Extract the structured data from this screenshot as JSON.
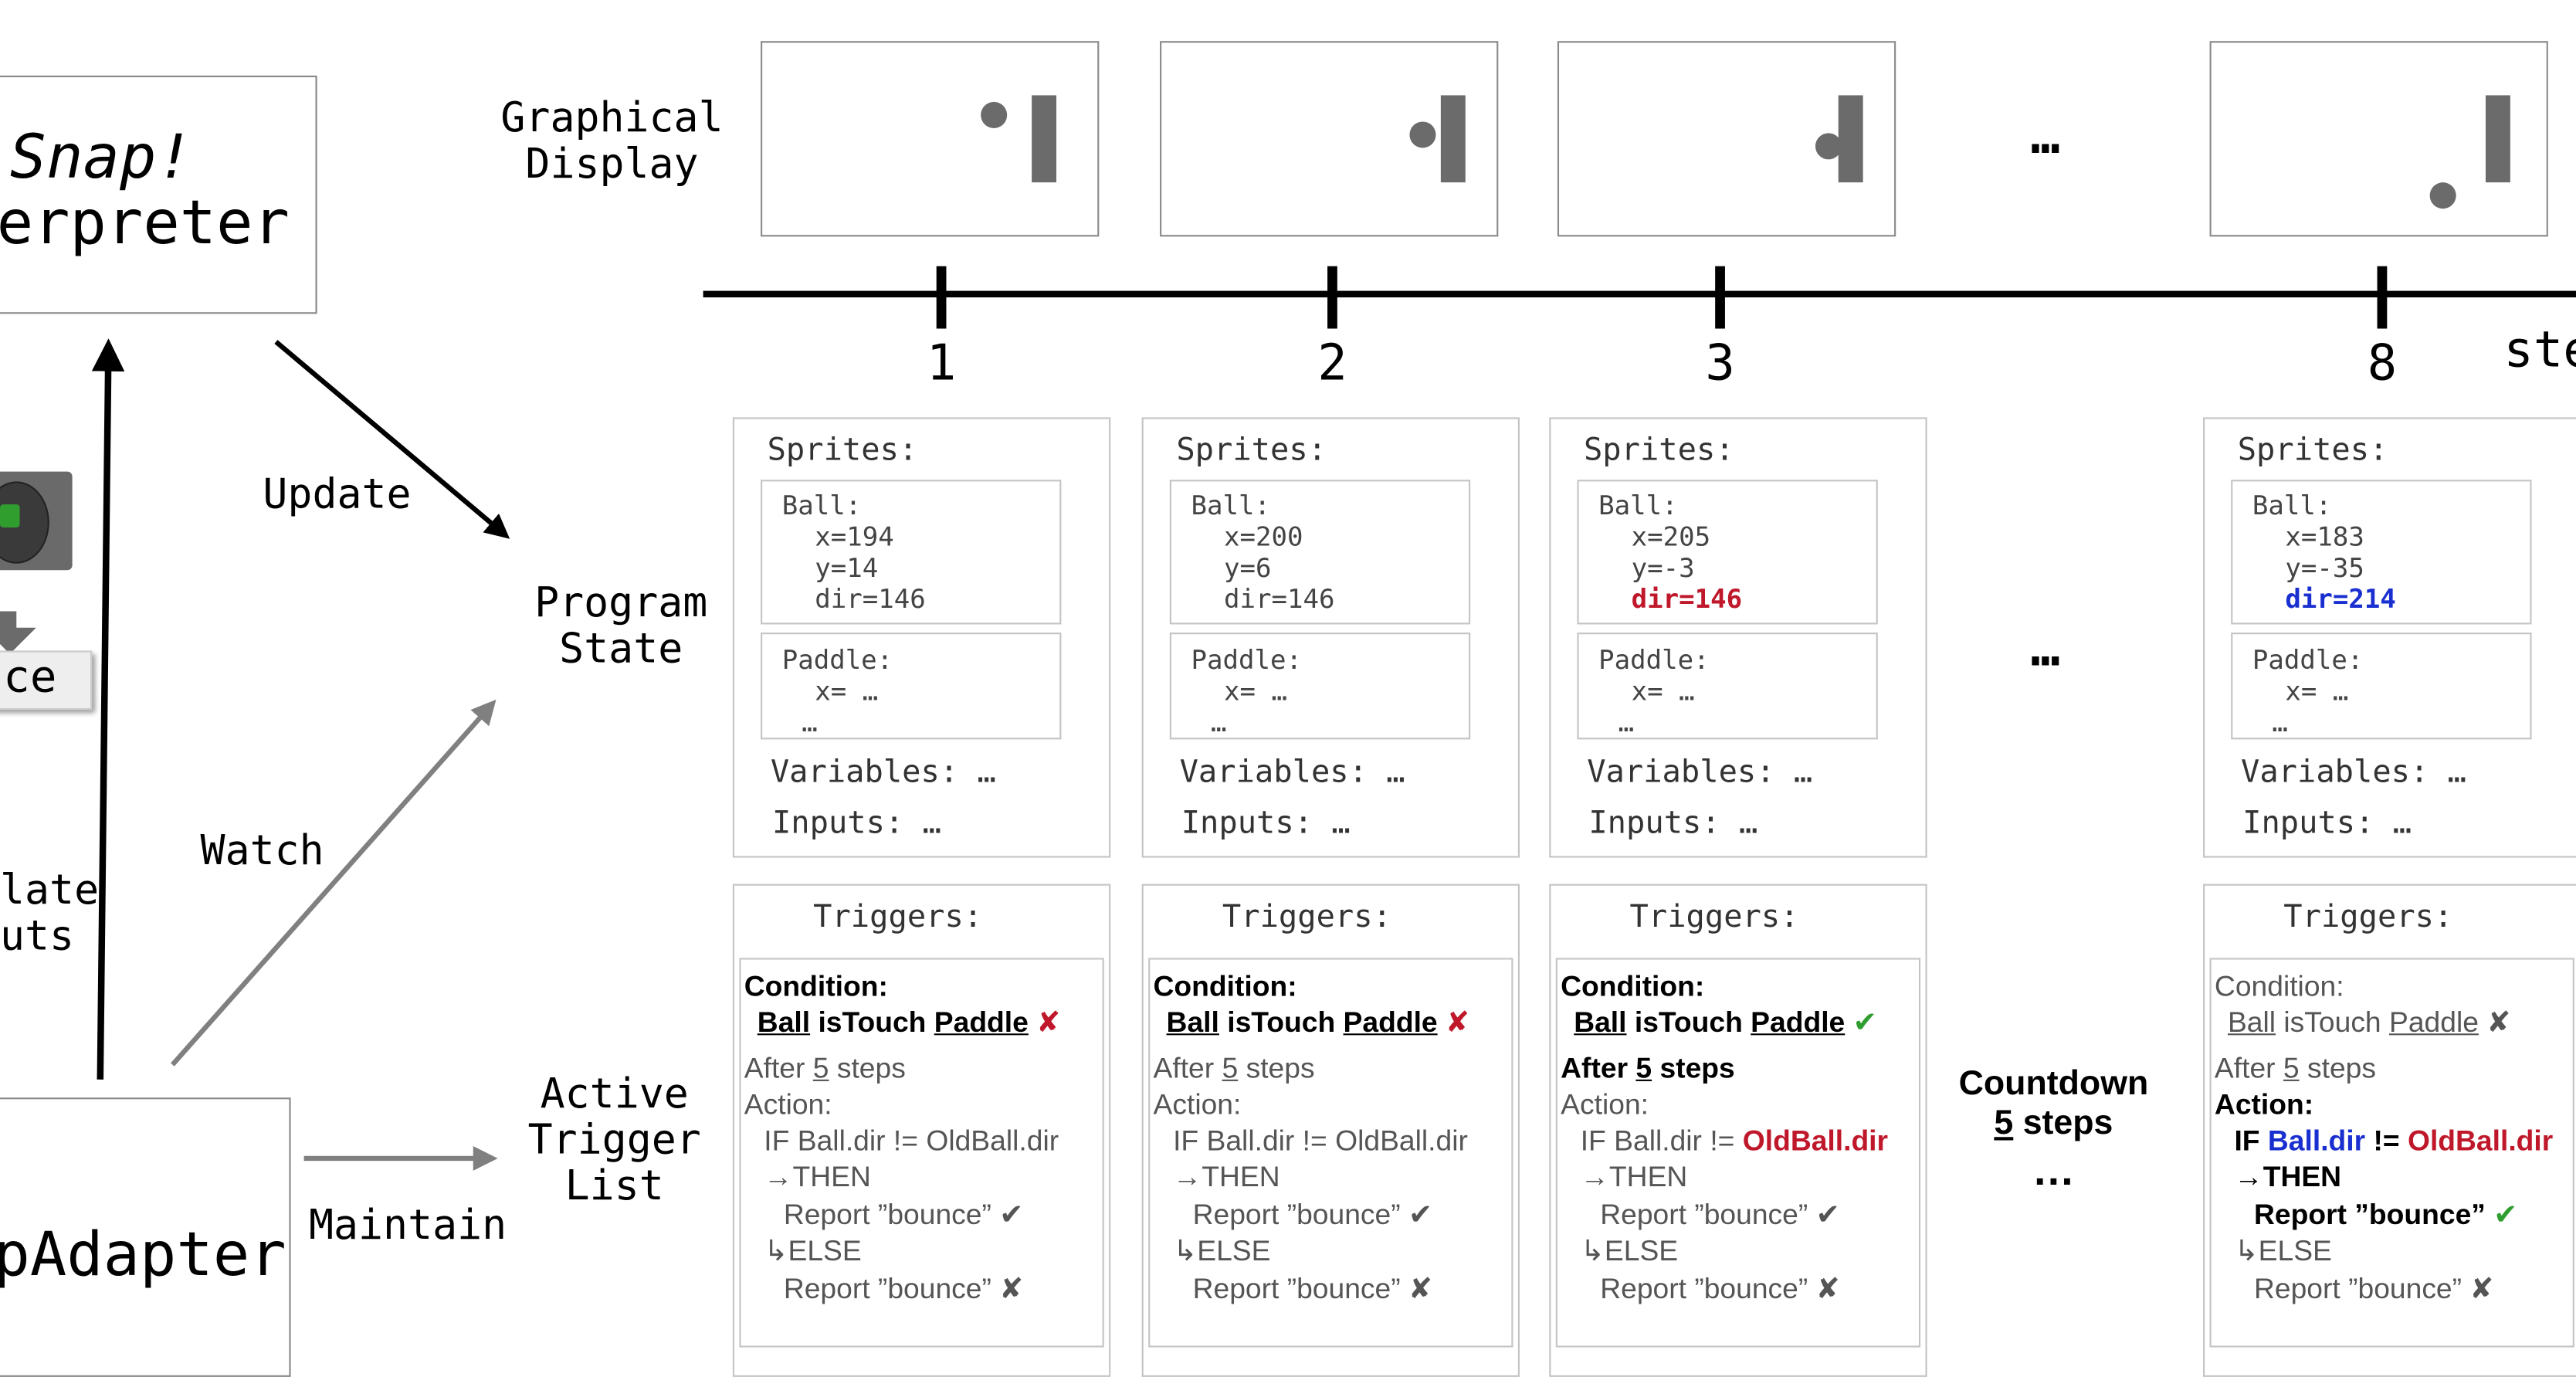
{
  "left": {
    "interpreter_line1": "Snap!",
    "interpreter_line2": "erpreter",
    "adapter_label": "pAdapter",
    "partial_label": "ce",
    "simulate_line1": "late",
    "simulate_line2": "uts"
  },
  "edge_labels": {
    "update": "Update",
    "watch": "Watch",
    "maintain": "Maintain"
  },
  "row_labels": {
    "graphical_display": [
      "Graphical",
      "Display"
    ],
    "program_state": [
      "Program",
      "State"
    ],
    "active_trigger_list": [
      "Active",
      "Trigger",
      "List"
    ]
  },
  "timeline": {
    "axis_label": "ste",
    "ellipsis": "…"
  },
  "countdown": {
    "line1": "Countdown",
    "num": "5",
    "line2": " steps",
    "ellipsis": "…"
  },
  "state_ellipsis": "…",
  "steps": [
    {
      "step": "1",
      "sprites_label": "Sprites:",
      "ball": {
        "name": "Ball:",
        "x": "x=194",
        "y": "y=14",
        "dir": "dir=146",
        "dir_color": "plain"
      },
      "paddle": {
        "name": "Paddle:",
        "x": "x= …",
        "more": "…"
      },
      "variables": "Variables: …",
      "inputs": "Inputs: …",
      "triggers": {
        "title": "Triggers:",
        "condition_label": "Condition:",
        "cond_a": "Ball",
        "cond_op": " isTouch ",
        "cond_b": "Paddle",
        "cond_mark": "✘",
        "after_pre": "After ",
        "after_num": "5",
        "after_post": " steps",
        "action_label": "Action:",
        "if_pre": "IF  ",
        "if_a": "Ball.dir",
        "if_op": " != ",
        "if_b": "OldBall.dir",
        "then": "→THEN",
        "report_then": "Report  ”bounce” ",
        "then_mark": "✔",
        "else": "↳ELSE",
        "report_else": "Report  ”bounce” ",
        "else_mark": "✘"
      }
    },
    {
      "step": "2",
      "sprites_label": "Sprites:",
      "ball": {
        "name": "Ball:",
        "x": "x=200",
        "y": "y=6",
        "dir": "dir=146",
        "dir_color": "plain"
      },
      "paddle": {
        "name": "Paddle:",
        "x": "x= …",
        "more": "…"
      },
      "variables": "Variables: …",
      "inputs": "Inputs: …",
      "triggers": {
        "title": "Triggers:",
        "condition_label": "Condition:",
        "cond_a": "Ball",
        "cond_op": " isTouch ",
        "cond_b": "Paddle",
        "cond_mark": "✘",
        "after_pre": "After ",
        "after_num": "5",
        "after_post": " steps",
        "action_label": "Action:",
        "if_pre": "IF  ",
        "if_a": "Ball.dir",
        "if_op": " != ",
        "if_b": "OldBall.dir",
        "then": "→THEN",
        "report_then": "Report  ”bounce” ",
        "then_mark": "✔",
        "else": "↳ELSE",
        "report_else": "Report  ”bounce” ",
        "else_mark": "✘"
      }
    },
    {
      "step": "3",
      "sprites_label": "Sprites:",
      "ball": {
        "name": "Ball:",
        "x": "x=205",
        "y": "y=-3",
        "dir": "dir=146",
        "dir_color": "red"
      },
      "paddle": {
        "name": "Paddle:",
        "x": "x= …",
        "more": "…"
      },
      "variables": "Variables: …",
      "inputs": "Inputs: …",
      "triggers": {
        "title": "Triggers:",
        "condition_label": "Condition:",
        "cond_a": "Ball",
        "cond_op": " isTouch ",
        "cond_b": "Paddle",
        "cond_mark": "✔",
        "after_pre": "After ",
        "after_num": "5",
        "after_post": " steps",
        "action_label": "Action:",
        "if_pre": "IF  ",
        "if_a": "Ball.dir",
        "if_op": " != ",
        "if_b": "OldBall.dir",
        "then": "→THEN",
        "report_then": "Report  ”bounce” ",
        "then_mark": "✔",
        "else": "↳ELSE",
        "report_else": "Report  ”bounce” ",
        "else_mark": "✘"
      }
    },
    {
      "step": "8",
      "sprites_label": "Sprites:",
      "ball": {
        "name": "Ball:",
        "x": "x=183",
        "y": "y=-35",
        "dir": "dir=214",
        "dir_color": "blue"
      },
      "paddle": {
        "name": "Paddle:",
        "x": "x= …",
        "more": "…"
      },
      "variables": "Variables: …",
      "inputs": "Inputs: …",
      "triggers": {
        "title": "Triggers:",
        "condition_label": "Condition:",
        "cond_a": "Ball",
        "cond_op": " isTouch ",
        "cond_b": "Paddle",
        "cond_mark": "✘",
        "after_pre": "After ",
        "after_num": "5",
        "after_post": " steps",
        "action_label": "Action:",
        "if_pre": "IF  ",
        "if_a": "Ball.dir",
        "if_op": " != ",
        "if_b": "OldBall.dir",
        "then": "→THEN",
        "report_then": "Report  ”bounce” ",
        "then_mark": "✔",
        "else": "↳ELSE",
        "report_else": "Report  ”bounce” ",
        "else_mark": "✘"
      }
    }
  ],
  "colors": {
    "sprite_gray": "#6b6b6b",
    "highlight_red": "#c0182b",
    "highlight_blue": "#1a2fd0",
    "check_green": "#2f9e2f",
    "arrow_gray": "#808080"
  }
}
